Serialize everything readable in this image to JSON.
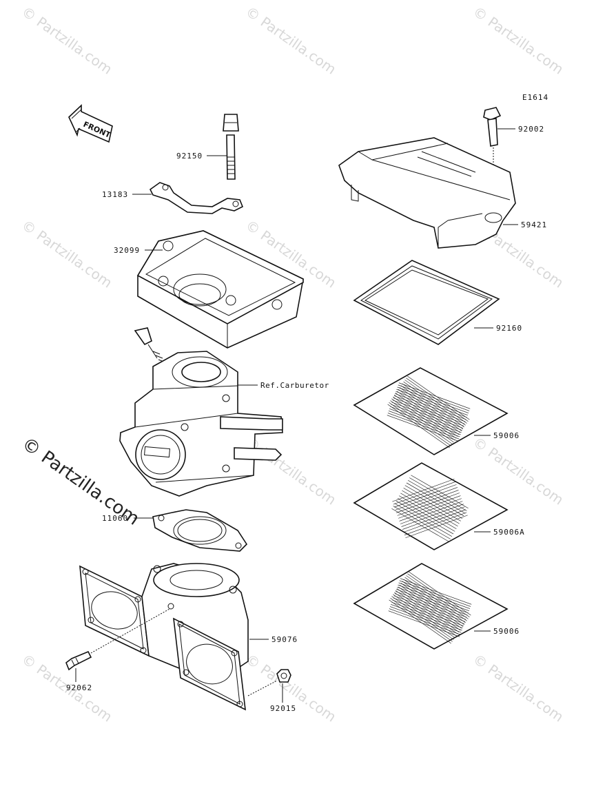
{
  "diagram_code": "E1614",
  "front_label": "FRONT",
  "watermark": "© Partzilla.com",
  "watermark_side": "© Partzilla.com",
  "parts": {
    "p92150": "92150",
    "p13183": "13183",
    "p32099": "32099",
    "ref_carburetor": "Ref.Carburetor",
    "p11060": "11060",
    "p92062": "92062",
    "p59076": "59076",
    "p92015": "92015",
    "p92002": "92002",
    "p59421": "59421",
    "p92160": "92160",
    "p59006_top": "59006",
    "p59006A": "59006A",
    "p59006_bottom": "59006"
  }
}
